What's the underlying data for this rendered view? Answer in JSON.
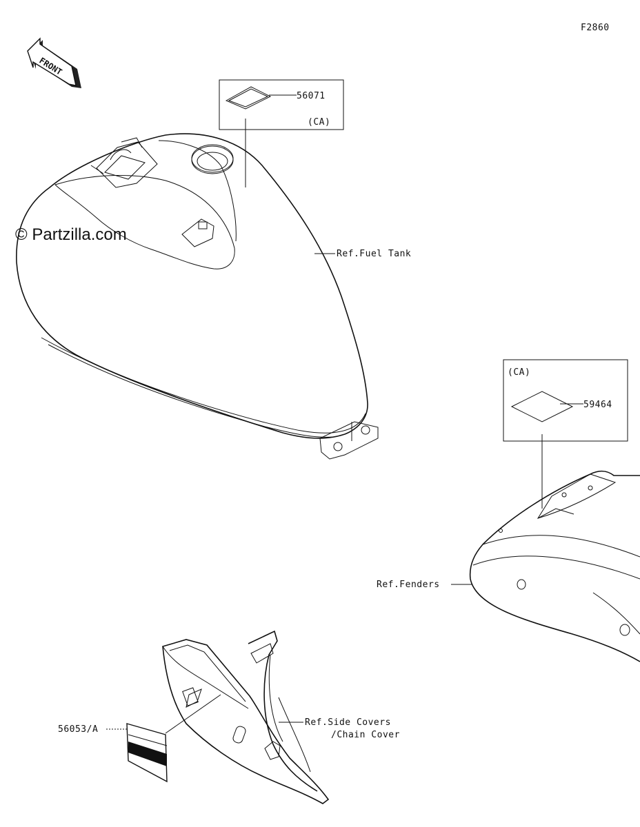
{
  "diagram_code": "F2860",
  "watermark": "© Partzilla.com",
  "front_arrow_label": "FRONT",
  "callouts": {
    "part_56071": "56071",
    "ca_1": "(CA)",
    "ref_fuel_tank": "Ref.Fuel Tank",
    "ca_2": "(CA)",
    "part_59464": "59464",
    "ref_fenders": "Ref.Fenders",
    "part_56053": "56053/A",
    "ref_side_covers_1": "Ref.Side Covers",
    "ref_side_covers_2": "/Chain Cover"
  }
}
